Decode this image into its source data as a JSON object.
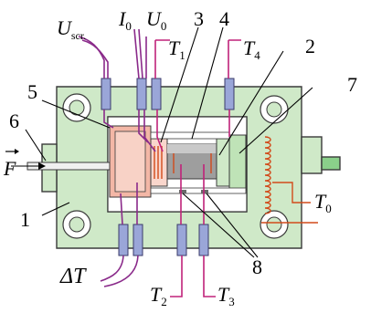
{
  "labels": {
    "u_scr_base": "U",
    "u_scr_sub": "scr.",
    "i0_base": "I",
    "i0_sub": "0",
    "u0_base": "U",
    "u0_sub": "0",
    "t1_base": "T",
    "t1_sub": "1",
    "t4_base": "T",
    "t4_sub": "4",
    "t0_base": "T",
    "t0_sub": "0",
    "t2_base": "T",
    "t2_sub": "2",
    "t3_base": "T",
    "t3_sub": "3",
    "delta_t": "ΔT",
    "force": "F"
  },
  "callouts": {
    "n1": "1",
    "n2": "2",
    "n3": "3",
    "n4": "4",
    "n5": "5",
    "n6": "6",
    "n7": "7",
    "n8": "8"
  },
  "colors": {
    "housing": "#cfe9c8",
    "wire_magenta": "#c0227a",
    "wire_purple": "#8a2a8a",
    "heater": "#d24a1a",
    "sample": "#9e9e9e",
    "heater_block": "#f3b7a6"
  }
}
